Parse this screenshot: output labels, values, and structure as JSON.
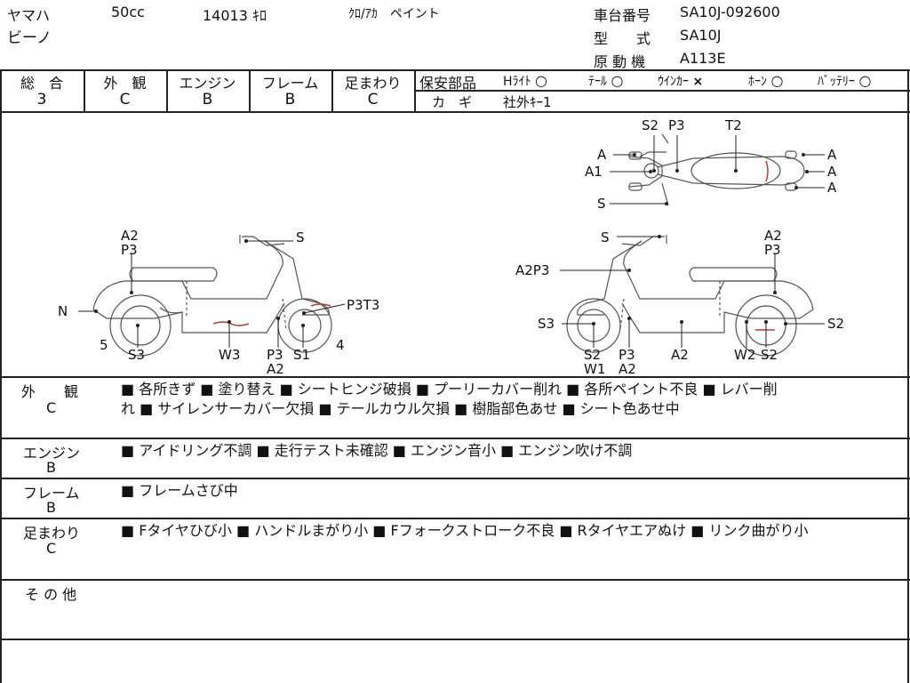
{
  "header": {
    "maker": "ヤマハ",
    "displacement": "50cc",
    "mileage": "14013 ｷﾛ",
    "paint": "ｸﾛ/ｱｶ　ペイント",
    "model_name": "ビーノ",
    "frame_no_label": "車台番号",
    "frame_no": "SA10J-092600",
    "type_label": "型　　式",
    "type": "SA10J",
    "engine_label": "原 動 機",
    "engine": "A113E"
  },
  "grades": {
    "headers": [
      "総　合",
      "外　観",
      "エンジン",
      "フレーム",
      "足まわり"
    ],
    "values": [
      "3",
      "C",
      "B",
      "B",
      "C"
    ]
  },
  "safety": {
    "label": "保安部品",
    "items": [
      {
        "name": "Hﾗｲﾄ",
        "status": "○"
      },
      {
        "name": "ﾃｰﾙ",
        "status": "○"
      },
      {
        "name": "ｳｲﾝｶｰ",
        "status": "×"
      },
      {
        "name": "ﾎｰﾝ",
        "status": "○"
      },
      {
        "name": "ﾊﾞｯﾃﾘｰ",
        "status": "○"
      }
    ],
    "key_label": "カ　ギ",
    "key_value": "社外ｷｰ1"
  },
  "diagram": {
    "left_labels": [
      "A2",
      "P3",
      "S",
      "N",
      "P3T3",
      "5",
      "4",
      "S3",
      "W3",
      "P3",
      "A2",
      "S1"
    ],
    "right_labels": [
      "S",
      "A2",
      "P3",
      "A2P3",
      "S3",
      "S2",
      "W1",
      "P3",
      "A2",
      "A2",
      "W2",
      "S2",
      "S2"
    ],
    "top_labels": [
      "S2",
      "P3",
      "T2",
      "A",
      "A1",
      "A",
      "A",
      "A",
      "S"
    ]
  },
  "sections": {
    "exterior": {
      "title": "外　　観",
      "grade": "C",
      "line1": "■ 各所きず ■ 塗り替え ■ シートヒンジ破損 ■ プーリーカバー削れ ■ 各所ペイント不良 ■ レバー削",
      "line2": "れ ■ サイレンサーカバー欠損 ■ テールカウル欠損 ■ 樹脂部色あせ ■ シート色あせ中"
    },
    "engine": {
      "title": "エンジン",
      "grade": "B",
      "line1": "■ アイドリング不調 ■ 走行テスト未確認 ■ エンジン音小 ■ エンジン吹け不調"
    },
    "frame": {
      "title": "フレーム",
      "grade": "B",
      "line1": "■ フレームさび中"
    },
    "suspension": {
      "title": "足まわり",
      "grade": "C",
      "line1": "■ Fタイヤひび小 ■ ハンドルまがり小 ■ Fフォークストローク不良 ■ Rタイヤエアぬけ ■ リンク曲がり小"
    },
    "other": {
      "title": "そ の 他"
    }
  }
}
